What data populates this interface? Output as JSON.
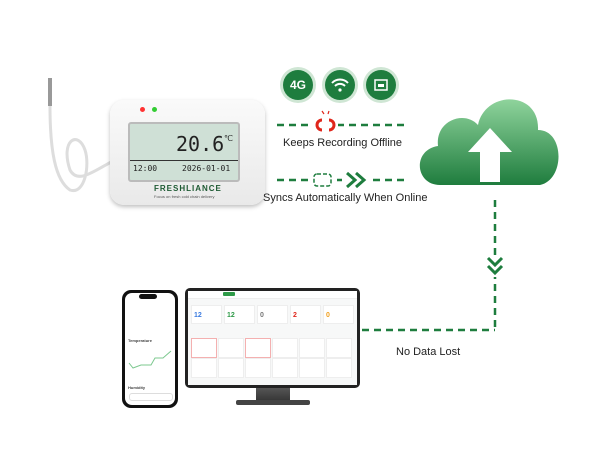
{
  "connectivity_icons": [
    {
      "name": "4g-icon",
      "label": "4G"
    },
    {
      "name": "wifi-icon"
    },
    {
      "name": "ethernet-icon"
    }
  ],
  "offline": {
    "label": "Keeps Recording Offline",
    "color": "#e0261b"
  },
  "online": {
    "label": "Syncs Automatically When Online",
    "color": "#1e7d3e"
  },
  "result": {
    "label": "No Data Lost"
  },
  "device": {
    "temperature": "20.6",
    "unit": "℃",
    "time": "12:00",
    "date": "2026-01-01",
    "brand": "FRESHLIANCE",
    "tagline": "Focus on fresh cold chain delivery"
  },
  "dashboard": {
    "stats": [
      {
        "value": "12",
        "color": "#3b7be0"
      },
      {
        "value": "12",
        "color": "#2e9a48"
      },
      {
        "value": "0",
        "color": "#777777"
      },
      {
        "value": "2",
        "color": "#e0261b"
      },
      {
        "value": "0",
        "color": "#f0a020"
      }
    ]
  },
  "phone": {
    "chart_title": "Temperature",
    "section2": "Humidity"
  },
  "colors": {
    "accent": "#1e7d3e",
    "cloud": "#3aa05a"
  }
}
